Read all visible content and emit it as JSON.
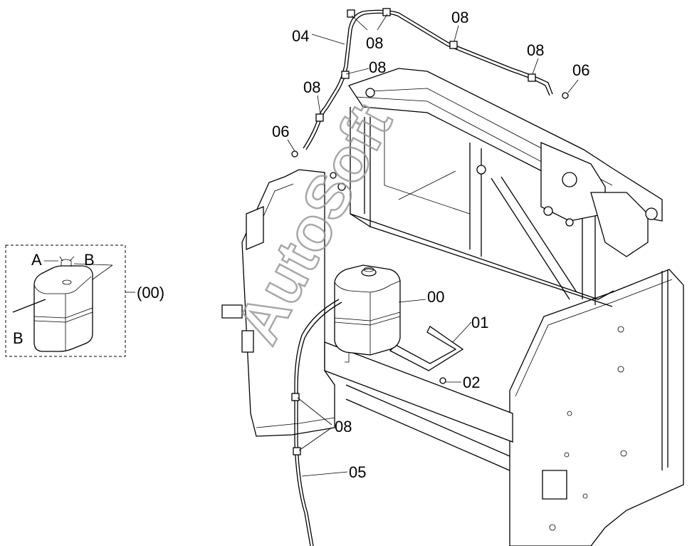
{
  "watermark": "AutoSoft",
  "labels": {
    "p00": "00",
    "p01": "01",
    "p02": "02",
    "p04": "04",
    "p05": "05",
    "p06a": "06",
    "p06b": "06",
    "p08a": "08",
    "p08b": "08",
    "p08c": "08",
    "p08d": "08",
    "p08e": "08",
    "p08f": "08"
  },
  "inset": {
    "ref": "(00)",
    "a": "A",
    "b_top": "B",
    "b_bottom": "B"
  }
}
